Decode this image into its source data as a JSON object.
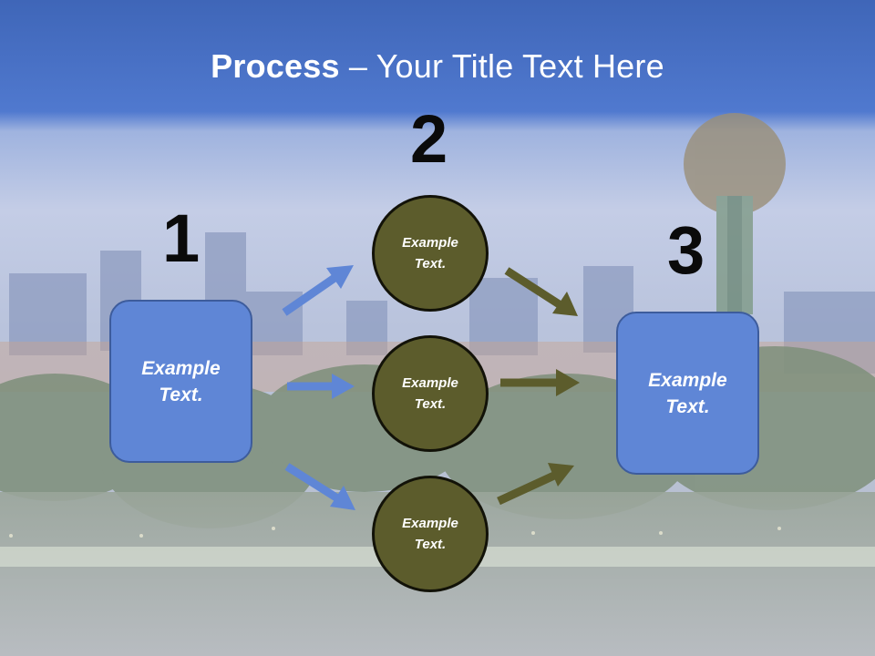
{
  "slide": {
    "title_bold": "Process",
    "title_rest": " – Your Title Text Here"
  },
  "steps": {
    "one": "1",
    "two": "2",
    "three": "3"
  },
  "nodes": {
    "left_box": "Example\nText.",
    "right_box": "Example\nText.",
    "circle_top": "Example\nText.",
    "circle_middle": "Example\nText.",
    "circle_bottom": "Example\nText."
  },
  "colors": {
    "blue_box": "#5f86d6",
    "olive_circle": "#5c5c2c",
    "blue_arrow": "#5f86d6",
    "olive_arrow": "#5c5c2c",
    "title_band": "#4a70c4"
  }
}
